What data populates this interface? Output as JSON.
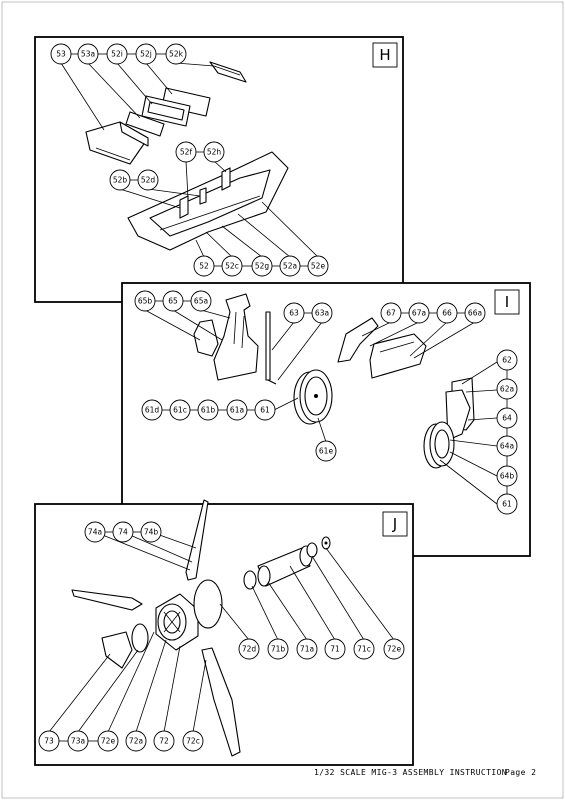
{
  "footer": {
    "title": "1/32 SCALE MIG-3 ASSEMBLY INSTRUCTION",
    "page": "Page 2"
  },
  "panels": {
    "H": {
      "letter": "H",
      "callouts": [
        "53",
        "53a",
        "52i",
        "52j",
        "52k",
        "52f",
        "52h",
        "52b",
        "52d",
        "52",
        "52c",
        "52g",
        "52a",
        "52e"
      ]
    },
    "I": {
      "letter": "I",
      "callouts": [
        "65b",
        "65",
        "65a",
        "63",
        "63a",
        "67",
        "67a",
        "66",
        "66a",
        "62",
        "62a",
        "64",
        "64a",
        "64b",
        "61",
        "61d",
        "61c",
        "61b",
        "61a",
        "61",
        "61e"
      ]
    },
    "J": {
      "letter": "J",
      "callouts": [
        "74a",
        "74",
        "74b",
        "72d",
        "71b",
        "71a",
        "71",
        "71c",
        "72e",
        "73",
        "73a",
        "72e",
        "72a",
        "72",
        "72c"
      ]
    }
  }
}
